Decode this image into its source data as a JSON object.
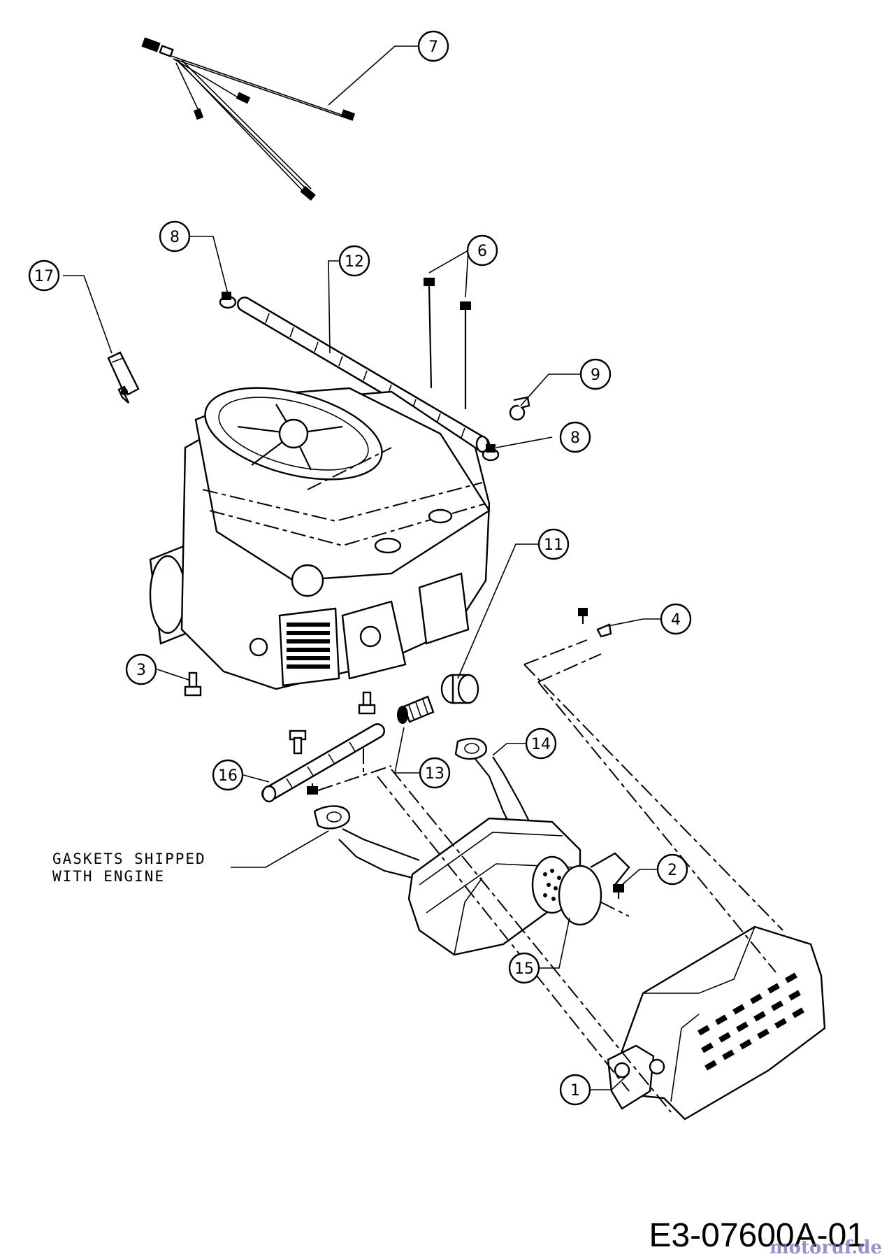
{
  "callouts": [
    {
      "id": "c1",
      "label": "1"
    },
    {
      "id": "c2",
      "label": "2"
    },
    {
      "id": "c3",
      "label": "3"
    },
    {
      "id": "c4",
      "label": "4"
    },
    {
      "id": "c6",
      "label": "6"
    },
    {
      "id": "c7",
      "label": "7"
    },
    {
      "id": "c8a",
      "label": "8"
    },
    {
      "id": "c8b",
      "label": "8"
    },
    {
      "id": "c9",
      "label": "9"
    },
    {
      "id": "c11",
      "label": "11"
    },
    {
      "id": "c12",
      "label": "12"
    },
    {
      "id": "c13",
      "label": "13"
    },
    {
      "id": "c14",
      "label": "14"
    },
    {
      "id": "c15",
      "label": "15"
    },
    {
      "id": "c16",
      "label": "16"
    },
    {
      "id": "c17",
      "label": "17"
    }
  ],
  "note": {
    "line1": "GASKETS SHIPPED",
    "line2": "WITH ENGINE"
  },
  "drawing_code": "E3-07600A-01",
  "watermark": "motoruf.de"
}
